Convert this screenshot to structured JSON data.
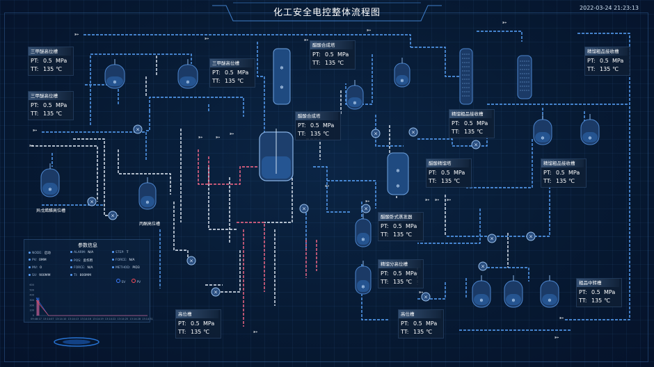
{
  "header": {
    "title": "化工安全电控整体流程图",
    "datetime": "2022-03-24 21:23:13"
  },
  "cards": [
    {
      "id": "c1",
      "name": "三甲醚高位槽",
      "pt_label": "PT:",
      "pt_value": "0.5",
      "pt_unit": "MPa",
      "tt_label": "TT:",
      "tt_value": "135",
      "tt_unit": "℃"
    },
    {
      "id": "c2",
      "name": "三甲醚高位槽",
      "pt_label": "PT:",
      "pt_value": "0.5",
      "pt_unit": "MPa",
      "tt_label": "TT:",
      "tt_value": "135",
      "tt_unit": "℃"
    },
    {
      "id": "c3",
      "name": "三甲醚高位槽",
      "pt_label": "PT:",
      "pt_value": "0.5",
      "pt_unit": "MPa",
      "tt_label": "TT:",
      "tt_value": "135",
      "tt_unit": "℃"
    },
    {
      "id": "c4",
      "name": "醋酸合成塔",
      "pt_label": "PT:",
      "pt_value": "0.5",
      "pt_unit": "MPa",
      "tt_label": "TT:",
      "tt_value": "135",
      "tt_unit": "℃"
    },
    {
      "id": "c5",
      "name": "醋酸合成塔",
      "pt_label": "PT:",
      "pt_value": "0.5",
      "pt_unit": "MPa",
      "tt_label": "TT:",
      "tt_value": "135",
      "tt_unit": "℃"
    },
    {
      "id": "c6",
      "name": "精馏粗品接收槽",
      "pt_label": "PT:",
      "pt_value": "0.5",
      "pt_unit": "MPa",
      "tt_label": "TT:",
      "tt_value": "135",
      "tt_unit": "℃"
    },
    {
      "id": "c7",
      "name": "精馏粗品接收槽",
      "pt_label": "PT:",
      "pt_value": "0.5",
      "pt_unit": "MPa",
      "tt_label": "TT:",
      "tt_value": "135",
      "tt_unit": "℃"
    },
    {
      "id": "c8",
      "name": "醋酸精馏塔",
      "pt_label": "PT:",
      "pt_value": "0.5",
      "pt_unit": "MPa",
      "tt_label": "TT:",
      "tt_value": "135",
      "tt_unit": "℃"
    },
    {
      "id": "c9",
      "name": "精馏粗品接收槽",
      "pt_label": "PT:",
      "pt_value": "0.5",
      "pt_unit": "MPa",
      "tt_label": "TT:",
      "tt_value": "135",
      "tt_unit": "℃"
    },
    {
      "id": "c10",
      "name": "醋酸卧式蒸发器",
      "pt_label": "PT:",
      "pt_value": "0.5",
      "pt_unit": "MPa",
      "tt_label": "TT:",
      "tt_value": "135",
      "tt_unit": "℃"
    },
    {
      "id": "c11",
      "name": "精馏分高位槽",
      "pt_label": "PT:",
      "pt_value": "0.5",
      "pt_unit": "MPa",
      "tt_label": "TT:",
      "tt_value": "135",
      "tt_unit": "℃"
    },
    {
      "id": "c12",
      "name": "粗品中转槽",
      "pt_label": "PT:",
      "pt_value": "0.5",
      "pt_unit": "MPa",
      "tt_label": "TT:",
      "tt_value": "135",
      "tt_unit": "℃"
    },
    {
      "id": "c13",
      "name": "高位槽",
      "pt_label": "PT:",
      "pt_value": "0.5",
      "pt_unit": "MPa",
      "tt_label": "TT:",
      "tt_value": "135",
      "tt_unit": "℃"
    },
    {
      "id": "c14",
      "name": "高位槽",
      "pt_label": "PT:",
      "pt_value": "0.5",
      "pt_unit": "MPa",
      "tt_label": "TT:",
      "tt_value": "135",
      "tt_unit": "℃"
    }
  ],
  "tank_labels": {
    "t1": "异戊烯醛高位槽",
    "t2": "丙酮高位槽"
  },
  "params": {
    "title": "参数信息",
    "items": [
      {
        "key": "NODE:",
        "val": "启动"
      },
      {
        "key": "ALARM:",
        "val": "N/A"
      },
      {
        "key": "STEP:",
        "val": "T"
      },
      {
        "key": "PV:",
        "val": "0MM"
      },
      {
        "key": "POS:",
        "val": "反作用"
      },
      {
        "key": "FORCE:",
        "val": "N/A"
      },
      {
        "key": "MV:",
        "val": "0"
      },
      {
        "key": "FORCE:",
        "val": "N/A"
      },
      {
        "key": "METHOD:",
        "val": "PID3"
      },
      {
        "key": "SV:",
        "val": "900MM"
      },
      {
        "key": "TI:",
        "val": "800MM"
      }
    ],
    "legend": {
      "sv": "SV",
      "pv": "PV"
    },
    "colors": {
      "sv": "#3d7bff",
      "pv": "#ff4d5a"
    }
  },
  "chart_data": {
    "type": "area",
    "y_ticks": [
      "600",
      "500",
      "400",
      "300",
      "200",
      "100",
      "0"
    ],
    "x_ticks": [
      "09:48:17",
      "13:14:07",
      "13:14:10",
      "13:14:13",
      "13:14:16",
      "13:14:19",
      "13:14:22",
      "13:14:25",
      "13:14:28",
      "13:14:31"
    ],
    "series": [
      {
        "name": "SV",
        "values": [
          350,
          0,
          0,
          0,
          0,
          0,
          0,
          0,
          0,
          0
        ]
      },
      {
        "name": "PV",
        "values": [
          300,
          0,
          0,
          0,
          0,
          0,
          0,
          0,
          0,
          0
        ]
      }
    ],
    "ylim": [
      0,
      600
    ]
  },
  "colors": {
    "pipe_blue": "#5aa6ff",
    "pipe_white": "#e9f1fb",
    "pipe_pink": "#ff6b8a",
    "tank": "#1b3a66"
  }
}
